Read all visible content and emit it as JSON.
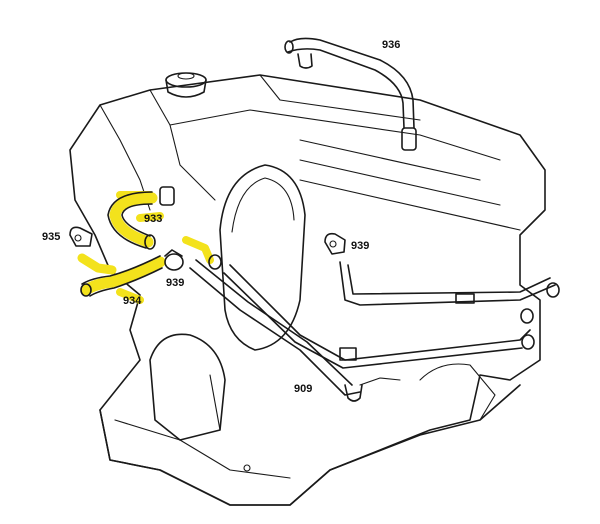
{
  "labels": {
    "hose_top_right": "936",
    "hose_upper_left": "933",
    "clamp_left": "935",
    "clamp_right": "939",
    "clamp_center": "939",
    "hose_lower_left": "934",
    "fitting_bottom": "909"
  },
  "colors": {
    "highlight": "#f3e21c",
    "line": "#1a1a1a",
    "background": "#ffffff"
  }
}
